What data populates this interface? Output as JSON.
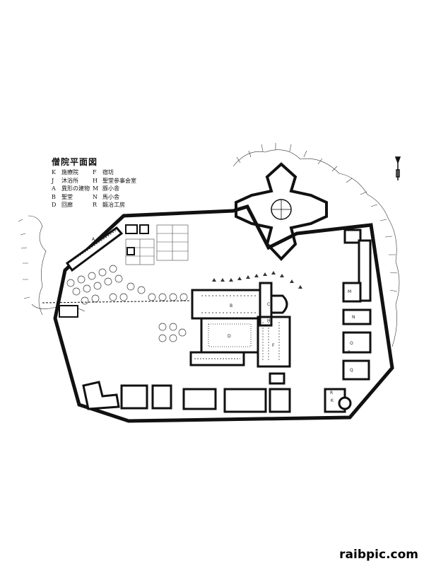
{
  "plan": {
    "title": "僧院平面図",
    "legend": [
      {
        "key": "K",
        "label": "施療院"
      },
      {
        "key": "F",
        "label": "宿坊"
      },
      {
        "key": "J",
        "label": "沐浴所"
      },
      {
        "key": "H",
        "label": "聖堂参事会室"
      },
      {
        "key": "A",
        "label": "異形の建物"
      },
      {
        "key": "M",
        "label": "豚小舎"
      },
      {
        "key": "B",
        "label": "聖堂"
      },
      {
        "key": "N",
        "label": "馬小舎"
      },
      {
        "key": "D",
        "label": "回廊"
      },
      {
        "key": "R",
        "label": "鍛冶工房"
      }
    ],
    "map_labels": [
      {
        "key": "A",
        "name": "a"
      },
      {
        "key": "B",
        "name": "b"
      },
      {
        "key": "C",
        "name": "c"
      },
      {
        "key": "D",
        "name": "d"
      },
      {
        "key": "F",
        "name": "f"
      },
      {
        "key": "H",
        "name": "h"
      },
      {
        "key": "K",
        "name": "k"
      },
      {
        "key": "M",
        "name": "m"
      },
      {
        "key": "N",
        "name": "n"
      },
      {
        "key": "O",
        "name": "o"
      },
      {
        "key": "Q",
        "name": "q"
      },
      {
        "key": "P",
        "name": "p"
      },
      {
        "key": "R",
        "name": "r"
      }
    ]
  },
  "watermark": "raibpic.com"
}
